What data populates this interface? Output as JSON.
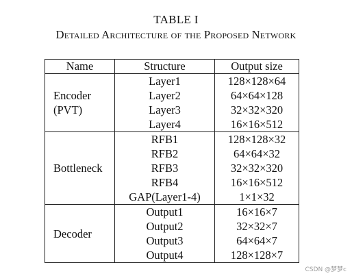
{
  "table": {
    "title": "TABLE I",
    "caption": "Detailed Architecture of the Proposed Network",
    "headers": [
      "Name",
      "Structure",
      "Output size"
    ],
    "groups": [
      {
        "name_lines": [
          "Encoder",
          "(PVT)"
        ],
        "rows": [
          {
            "structure": "Layer1",
            "output": "128×128×64"
          },
          {
            "structure": "Layer2",
            "output": "64×64×128"
          },
          {
            "structure": "Layer3",
            "output": "32×32×320"
          },
          {
            "structure": "Layer4",
            "output": "16×16×512"
          }
        ]
      },
      {
        "name_lines": [
          "Bottleneck"
        ],
        "rows": [
          {
            "structure": "RFB1",
            "output": "128×128×32"
          },
          {
            "structure": "RFB2",
            "output": "64×64×32"
          },
          {
            "structure": "RFB3",
            "output": "32×32×320"
          },
          {
            "structure": "RFB4",
            "output": "16×16×512"
          },
          {
            "structure": "GAP(Layer1-4)",
            "output": "1×1×32"
          }
        ]
      },
      {
        "name_lines": [
          "Decoder"
        ],
        "rows": [
          {
            "structure": "Output1",
            "output": "16×16×7"
          },
          {
            "structure": "Output2",
            "output": "32×32×7"
          },
          {
            "structure": "Output3",
            "output": "64×64×7"
          },
          {
            "structure": "Output4",
            "output": "128×128×7"
          }
        ]
      }
    ]
  },
  "watermark": "CSDN @梦梦c"
}
